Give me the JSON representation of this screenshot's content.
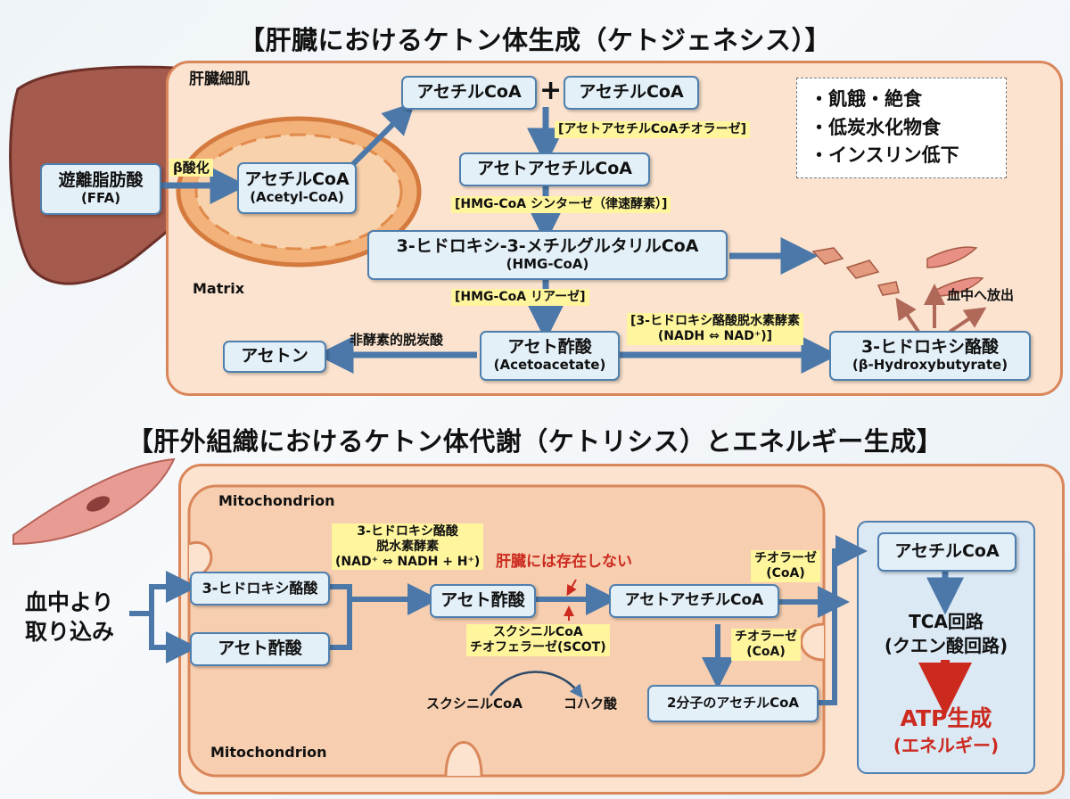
{
  "top_title": "【肝臓におけるケトン体生成（ケトジェネシス）】",
  "bottom_title": "【肝外組織におけるケトン体代謝（ケトリシス）とエネルギー生成】",
  "top": {
    "cell_label": "肝臓細肌",
    "matrix_label": "Matrix",
    "ffa": {
      "l1": "遊離脂肪酸",
      "l2": "(FFA)"
    },
    "beta_ox": "β酸化",
    "acetyl_matrix": {
      "l1": "アセチルCoA",
      "l2": "(Acetyl-CoA)"
    },
    "acetyl_a": "アセチルCoA",
    "plus": "+",
    "acetyl_b": "アセチルCoA",
    "thiolase": "[アセトアセチルCoAチオラーゼ]",
    "acetoacetyl": "アセトアセチルCoA",
    "hmg_synthase": "[HMG-CoA シンターゼ（律速酵素）]",
    "hmg": {
      "l1": "3-ヒドロキシ-3-メチルグルタリルCoA",
      "l2": "(HMG-CoA)"
    },
    "hmg_lyase": "[HMG-CoA リアーゼ]",
    "acetoacetate": {
      "l1": "アセト酢酸",
      "l2": "(Acetoacetate)"
    },
    "nonenzymatic": "非酵素的脱炭酸",
    "acetone": "アセトン",
    "bdh": {
      "l1": "[3-ヒドロキシ酪酸脱水素酵素",
      "l2": "(NADH ⇔ NAD⁺)]"
    },
    "bhb": {
      "l1": "3-ヒドロキシ酪酸",
      "l2": "(β-Hydroxybutyrate)"
    },
    "release": "血中へ放出",
    "conditions": [
      "・飢餓・絶食",
      "・低炭水化物食",
      "・インスリン低下"
    ]
  },
  "bottom": {
    "mito_top": "Mitochondrion",
    "mito_bottom": "Mitochondrion",
    "uptake": {
      "l1": "血中より",
      "l2": "取り込み"
    },
    "bhb": "3-ヒドロキシ酪酸",
    "acetoacetate_in": "アセト酢酸",
    "bdh": {
      "l1": "3-ヒドロキシ酪酸",
      "l2": "脱水素酵素",
      "l3": "(NAD⁺ ⇔ NADH + H⁺)"
    },
    "liver_absent": "肝臓には存在しない",
    "acetoacetate": "アセト酢酸",
    "scot": {
      "l1": "スクシニルCoA",
      "l2": "チオフェラーゼ(SCOT)"
    },
    "succinyl": "スクシニルCoA",
    "succinate": "コハク酸",
    "acetoacetyl": "アセトアセチルCoA",
    "thiolase_a": {
      "l1": "チオラーゼ",
      "l2": "(CoA)"
    },
    "thiolase_b": {
      "l1": "チオラーゼ",
      "l2": "(CoA)"
    },
    "two_acetyl": "2分子のアセチルCoA",
    "acetyl": "アセチルCoA",
    "tca": {
      "l1": "TCA回路",
      "l2": "(クエン酸回路)"
    },
    "atp": {
      "l1": "ATP生成",
      "l2": "(エネルギー)"
    }
  },
  "colors": {
    "arrow": "#4b78a8",
    "panel": "#fbe3cf",
    "panel_border": "#d9865a",
    "box": "#e3f0f8",
    "highlight": "#fff59d",
    "red": "#cc2a1f",
    "liver": "#a45a4c",
    "muscle": "#e89b92"
  }
}
